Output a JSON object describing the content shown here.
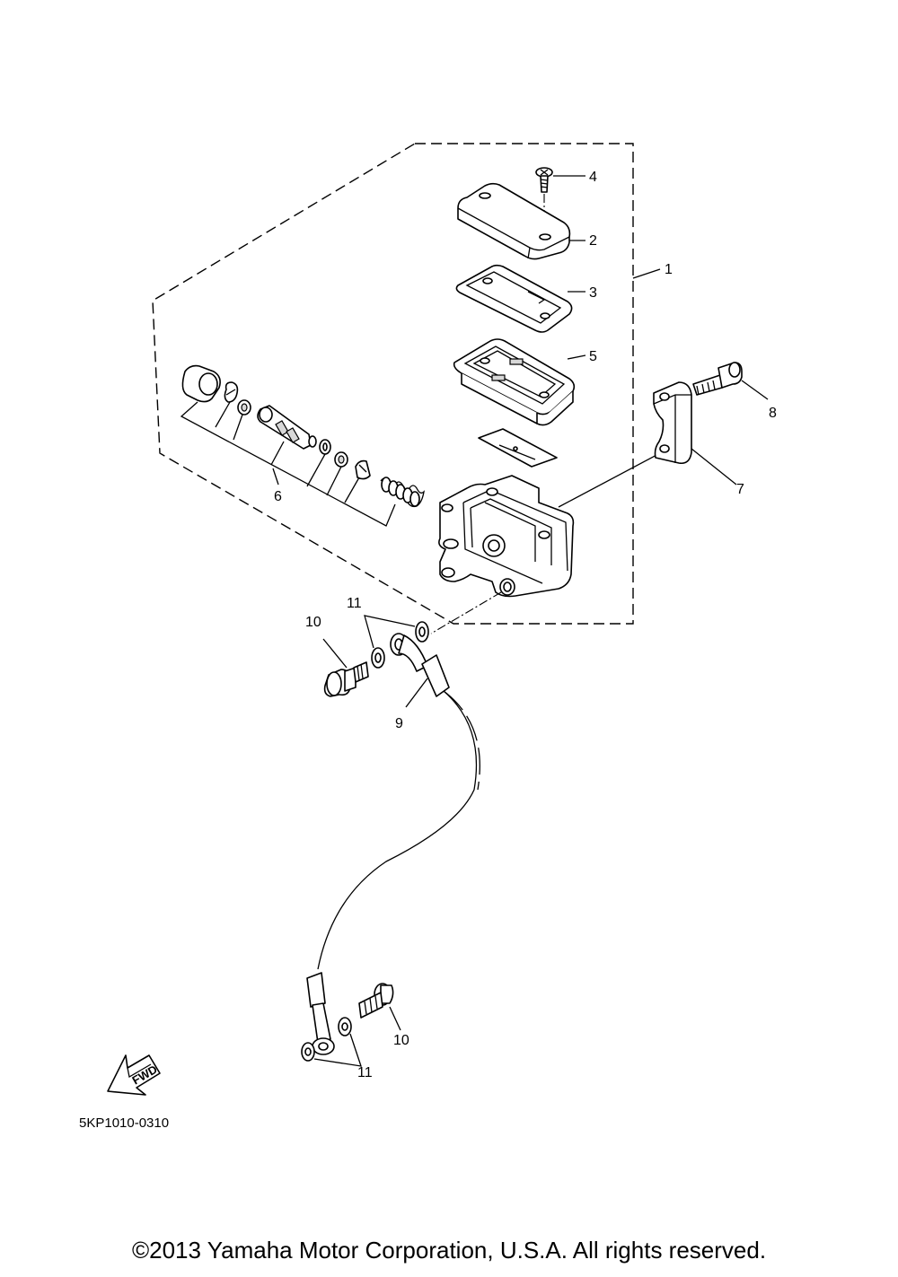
{
  "diagram": {
    "part_numbers": {
      "p1": "1",
      "p2": "2",
      "p3": "3",
      "p4": "4",
      "p5": "5",
      "p6": "6",
      "p7": "7",
      "p8": "8",
      "p9": "9",
      "p10a": "10",
      "p10b": "10",
      "p11a": "11",
      "p11b": "11"
    },
    "fwd_label": "FWD",
    "drawing_code": "5KP1010-0310"
  },
  "footer": {
    "copyright": "©2013 Yamaha Motor Corporation, U.S.A. All rights reserved."
  }
}
